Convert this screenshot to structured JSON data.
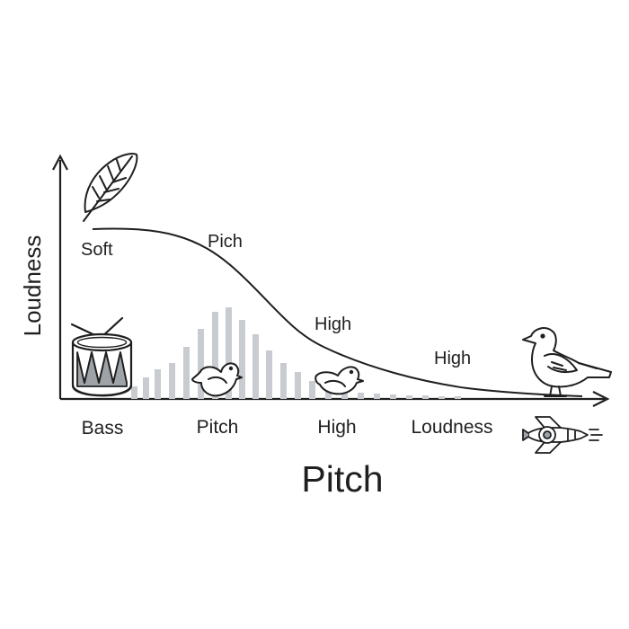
{
  "axis": {
    "y_title": "Loudness",
    "x_title": "Pitch"
  },
  "x_labels": [
    "Bass",
    "Pitch",
    "High",
    "Loudness"
  ],
  "curve_labels": [
    "Soft",
    "Pich",
    "High",
    "High"
  ],
  "colors": {
    "ink": "#1f1f1f",
    "bars": "#c8cbd0",
    "drum_fill": "#9ea3a8"
  },
  "icons": [
    "feather-icon",
    "drum-icon",
    "bird-icon",
    "rocket-icon"
  ]
}
